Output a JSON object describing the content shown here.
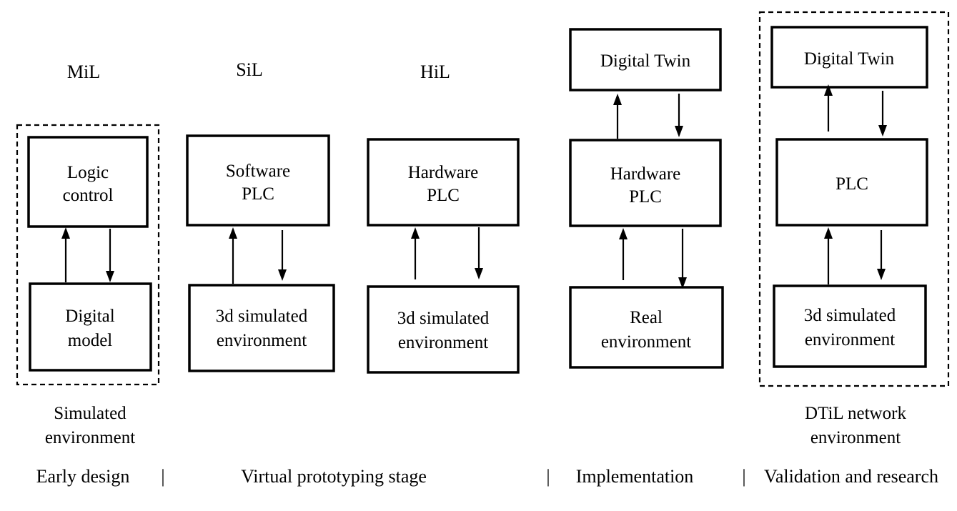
{
  "columns": [
    {
      "title": "MiL",
      "top_box": [
        "Logic",
        "control"
      ],
      "bottom_box": [
        "Digital",
        "model"
      ],
      "caption": [
        "Simulated",
        "environment"
      ]
    },
    {
      "title": "SiL",
      "top_box": [
        "Software",
        "PLC"
      ],
      "bottom_box": [
        "3d simulated",
        "environment"
      ]
    },
    {
      "title": "HiL",
      "top_box": [
        "Hardware",
        "PLC"
      ],
      "bottom_box": [
        "3d simulated",
        "environment"
      ]
    },
    {
      "twin_box": "Digital Twin",
      "top_box": [
        "Hardware",
        "PLC"
      ],
      "bottom_box": [
        "Real",
        "environment"
      ]
    },
    {
      "twin_box": "Digital Twin",
      "top_box": [
        "PLC"
      ],
      "bottom_box": [
        "3d simulated",
        "environment"
      ],
      "caption": [
        "DTiL network",
        "environment"
      ]
    }
  ],
  "stages": {
    "early_design": "Early design",
    "virtual_prototyping": "Virtual prototyping stage",
    "implementation": "Implementation",
    "validation": "Validation and research",
    "separator": "|"
  }
}
